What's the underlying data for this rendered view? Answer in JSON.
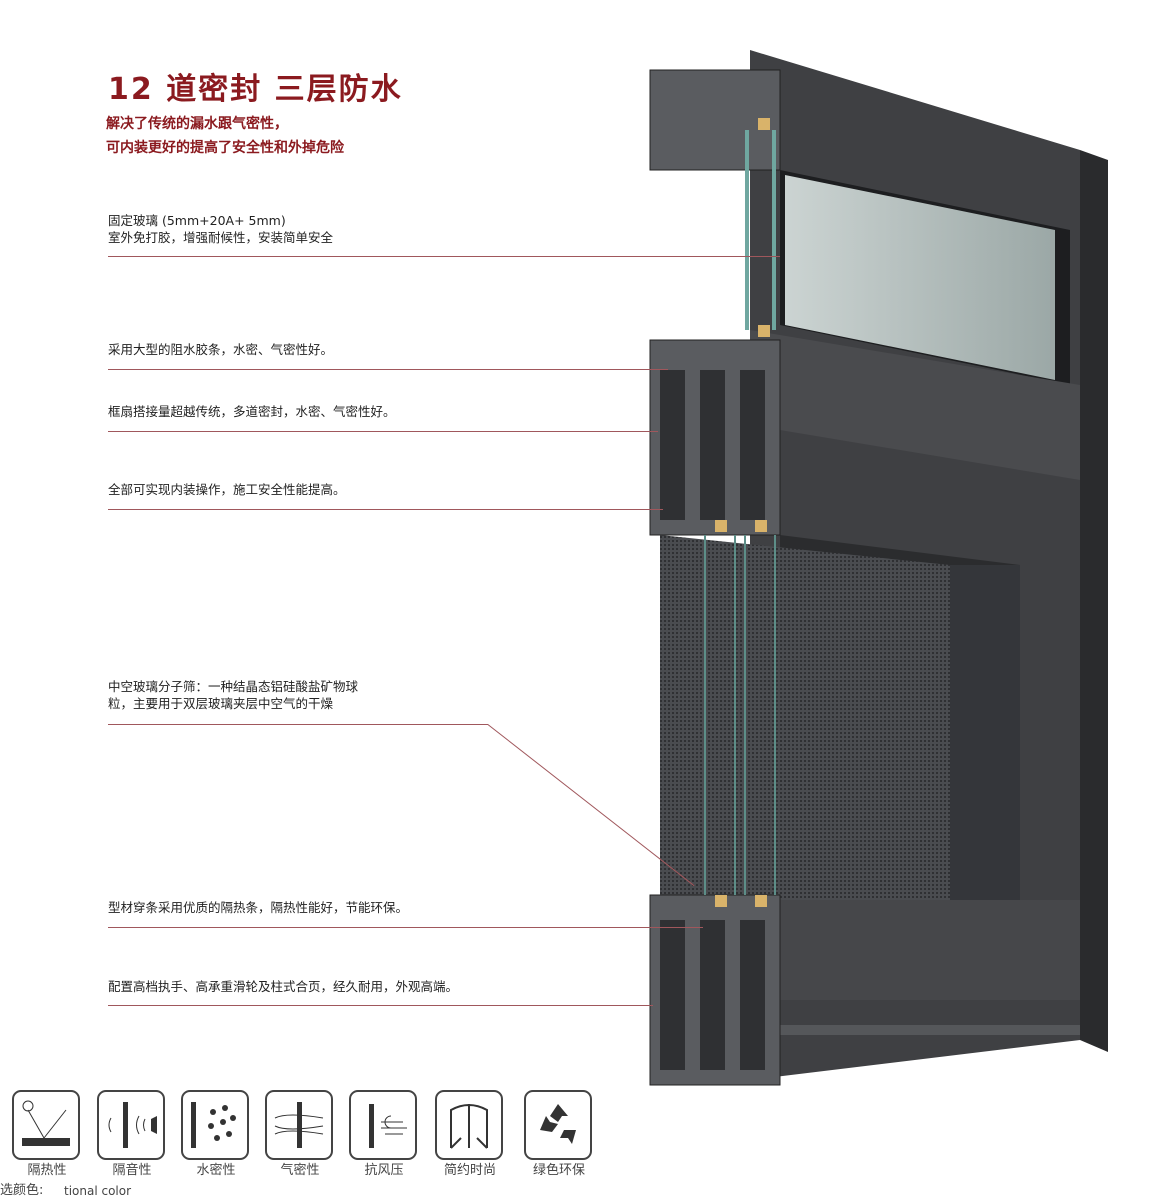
{
  "header": {
    "title": "12 道密封  三层防水",
    "subtitle_lines": [
      "解决了传统的漏水跟气密性，",
      "可内装更好的提高了安全性和外掉危险"
    ]
  },
  "callouts": [
    {
      "lines": [
        "固定玻璃 (5mm+20A+ 5mm)",
        "室外免打胶，增强耐候性，安装简单安全"
      ]
    },
    {
      "lines": [
        "采用大型的阻水胶条，水密、气密性好。"
      ]
    },
    {
      "lines": [
        "框扇搭接量超越传统，多道密封，水密、气密性好。"
      ]
    },
    {
      "lines": [
        "全部可实现内装操作，施工安全性能提高。"
      ]
    },
    {
      "lines": [
        "中空玻璃分子筛：一种结晶态铝硅酸盐矿物球",
        "粒，主要用于双层玻璃夹层中空气的干燥"
      ]
    },
    {
      "lines": [
        "型材穿条采用优质的隔热条，隔热性能好，节能环保。"
      ]
    },
    {
      "lines": [
        "配置高档执手、高承重滑轮及柱式合页，经久耐用，外观高端。"
      ]
    }
  ],
  "features": [
    {
      "label": "隔热性",
      "icon": "heat-insulation-icon"
    },
    {
      "label": "隔音性",
      "icon": "sound-insulation-icon"
    },
    {
      "label": "水密性",
      "icon": "water-tightness-icon"
    },
    {
      "label": "气密性",
      "icon": "air-tightness-icon"
    },
    {
      "label": "抗风压",
      "icon": "wind-pressure-icon"
    },
    {
      "label": "简约时尚",
      "icon": "simple-fashion-icon"
    },
    {
      "label": "绿色环保",
      "icon": "recycle-icon"
    }
  ],
  "color_note": {
    "cn": "选颜色:",
    "en": "tional color"
  },
  "colors": {
    "accent": "#8b1a1f",
    "frame": "#3d3e40",
    "frame_light": "#56585b"
  }
}
